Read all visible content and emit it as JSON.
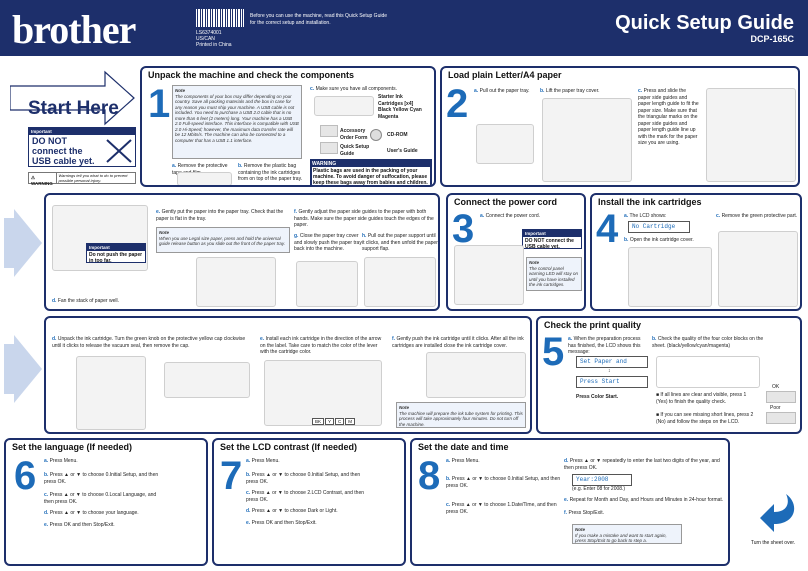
{
  "header": {
    "brand": "brother",
    "doc_id": "LS6374001",
    "doc_region": "US/CAN",
    "doc_printed": "Printed in China",
    "intro": "Before you can use the machine, read this Quick Setup Guide for the correct setup and installation.",
    "title": "Quick Setup Guide",
    "model": "DCP-165C"
  },
  "start": {
    "title": "Start Here",
    "important_label": "Important",
    "important_text": "DO NOT connect the USB cable yet.",
    "warning_label": "WARNING",
    "warning_text": "Warnings tell you what to do to prevent possible personal injury."
  },
  "s1": {
    "title": "Unpack the machine and check the components",
    "num": "1",
    "note_label": "Note",
    "note_text": "The components of your box may differ depending on your country. Save all packing materials and the box in case for any reason you must ship your machine. A USB cable is not included. You need to purchase a USB 2.0 cable that is no more than 6 feet (2 meters) long. Your machine has a USB 2.0 Full-speed interface. This interface is compatible with USB 2.0 Hi-Speed; however, the maximum data transfer rate will be 12 Mbits/s. The machine can also be connected to a computer that has a USB 1.1 interface.",
    "a": "Remove the protective tape and film.",
    "b": "Remove the plastic bag containing the ink cartridges from on top of the paper tray.",
    "c": "Make sure you have all components.",
    "comp_ink": "Starter Ink Cartridges [x4] Black Yellow Cyan Magenta",
    "comp_order": "Accessory Order Form",
    "comp_cd": "CD-ROM",
    "comp_qsg": "Quick Setup Guide",
    "comp_ug": "User's Guide",
    "warn_label": "WARNING",
    "warn_text": "Plastic bags are used in the packing of your machine. To avoid danger of suffocation, please keep these bags away from babies and children."
  },
  "s2": {
    "title": "Load plain Letter/A4 paper",
    "num": "2",
    "a": "Pull out the paper tray.",
    "b": "Lift the paper tray cover.",
    "c": "Press and slide the paper side guides and paper length guide to fit the paper size. Make sure that the triangular marks on the paper side guides and paper length guide line up with the mark for the paper size you are using."
  },
  "s2b": {
    "d": "Fan the stack of paper well.",
    "e": "Gently put the paper into the paper tray. Check that the paper is flat in the tray.",
    "note_label": "Note",
    "note_text": "When you use Legal size paper, press and hold the universal guide release button as you slide out the front of the paper tray.",
    "imp_label": "Important",
    "imp_text": "Do not push the paper in too far.",
    "f": "Gently adjust the paper side guides to the paper with both hands. Make sure the paper side guides touch the edges of the paper.",
    "g": "Close the paper tray cover and slowly push the paper tray back into the machine.",
    "h": "Pull out the paper support until it clicks, and then unfold the paper support flap."
  },
  "s3": {
    "title": "Connect the power cord",
    "num": "3",
    "a": "Connect the power cord.",
    "imp_label": "Important",
    "imp_text": "DO NOT connect the USB cable yet.",
    "note_label": "Note",
    "note_text": "The control panel warning LED will stay on until you have installed the ink cartridges."
  },
  "s4": {
    "title": "Install the ink cartridges",
    "num": "4",
    "a": "The LCD shows:",
    "lcd": "No Cartridge",
    "b": "Open the ink cartridge cover.",
    "c": "Remove the green protective part."
  },
  "s4b": {
    "d": "Unpack the ink cartridge. Turn the green knob on the protective yellow cap clockwise until it clicks to release the vacuum seal, then remove the cap.",
    "e": "Install each ink cartridge in the direction of the arrow on the label. Take care to match the color of the lever with the cartridge color.",
    "f": "Gently push the ink cartridge until it clicks. After all the ink cartridges are installed close the ink cartridge cover.",
    "colors": [
      "BK",
      "Y",
      "C",
      "M"
    ],
    "note_label": "Note",
    "note_text": "The machine will prepare the ink tube system for printing. This process will take approximately four minutes. Do not turn off the machine."
  },
  "s5": {
    "title": "Check the print quality",
    "num": "5",
    "a": "When the preparation process has finished, the LCD shows this message:",
    "lcd1": "Set Paper and",
    "lcd2": "Press Start",
    "press": "Press Color Start.",
    "b": "Check the quality of the four color blocks on the sheet. (black/yellow/cyan/magenta)",
    "ok": "OK",
    "poor": "Poor",
    "if_ok": "If all lines are clear and visible, press 1 (Yes) to finish the quality check.",
    "if_poor": "If you can see missing short lines, press 2 (No) and follow the steps on the LCD."
  },
  "s6": {
    "title": "Set the language (If needed)",
    "num": "6",
    "a": "Press Menu.",
    "b": "Press ▲ or ▼ to choose 0.Initial Setup, and then press OK.",
    "c": "Press ▲ or ▼ to choose 0.Local Language, and then press OK.",
    "d": "Press ▲ or ▼ to choose your language.",
    "e": "Press OK and then Stop/Exit."
  },
  "s7": {
    "title": "Set the LCD contrast (If needed)",
    "num": "7",
    "a": "Press Menu.",
    "b": "Press ▲ or ▼ to choose 0.Initial Setup, and then press OK.",
    "c": "Press ▲ or ▼ to choose 2.LCD Contrast, and then press OK.",
    "d": "Press ▲ or ▼ to choose Dark or Light.",
    "e": "Press OK and then Stop/Exit."
  },
  "s8": {
    "title": "Set the date and time",
    "num": "8",
    "a": "Press Menu.",
    "b": "Press ▲ or ▼ to choose 0.Initial Setup, and then press OK.",
    "c": "Press ▲ or ▼ to choose 1.Date/Time, and then press OK.",
    "d": "Press ▲ or ▼ repeatedly to enter the last two digits of the year, and then press OK.",
    "lcd": "Year:2008",
    "eg": "(e.g. Enter 08 for 2008.)",
    "e": "Repeat for Month and Day, and Hours and Minutes in 24-hour format.",
    "f": "Press Stop/Exit.",
    "note_label": "Note",
    "note_text": "If you make a mistake and want to start again, press Stop/Exit to go back to step a."
  },
  "turn": "Turn the sheet over."
}
